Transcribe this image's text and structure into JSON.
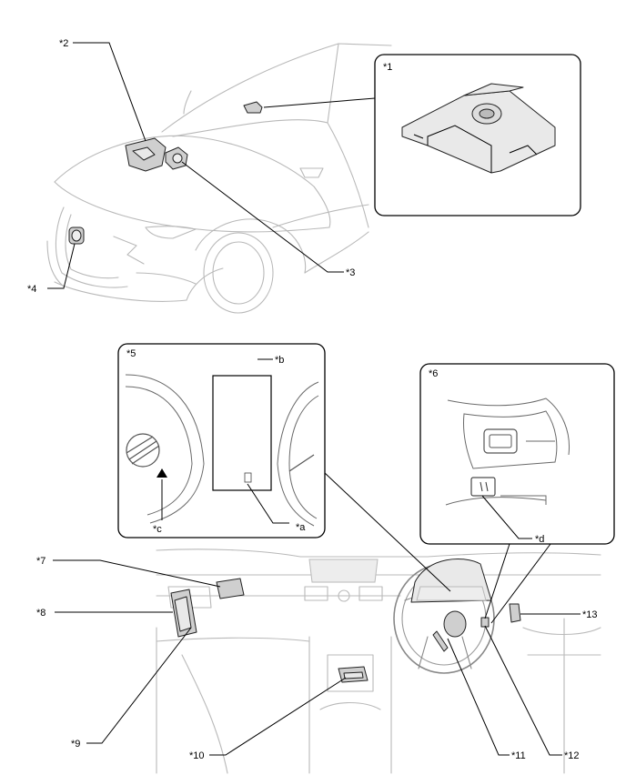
{
  "callouts": {
    "c1": "*1",
    "c2": "*2",
    "c3": "*3",
    "c4": "*4",
    "c5": "*5",
    "c6": "*6",
    "c7": "*7",
    "c8": "*8",
    "c9": "*9",
    "c10": "*10",
    "c11": "*11",
    "c12": "*12",
    "c13": "*13",
    "ca": "*a",
    "cb": "*b",
    "cc": "*c",
    "cd": "*d"
  }
}
